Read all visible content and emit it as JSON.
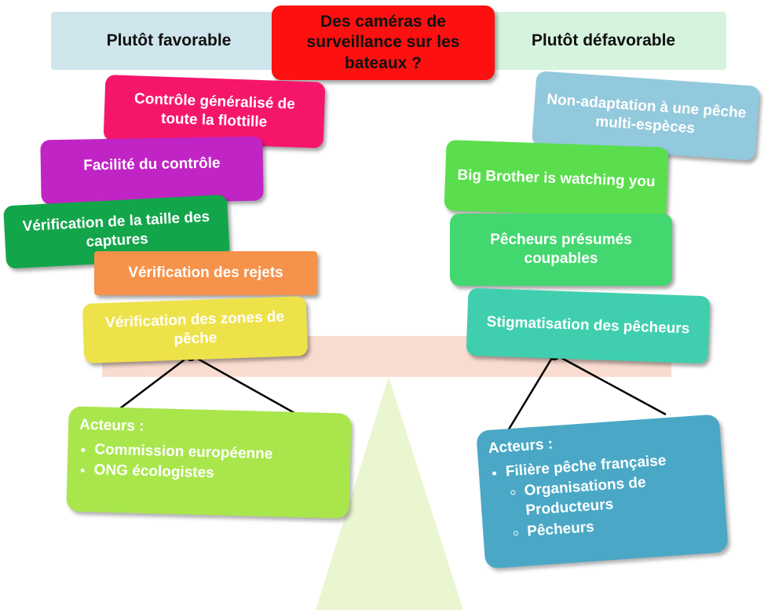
{
  "header": {
    "left_label": "Plutôt favorable",
    "title": "Des caméras de surveillance sur les bateaux ?",
    "right_label": "Plutôt défavorable"
  },
  "favorable": [
    {
      "text": "Contrôle généralisé de toute la flottille",
      "color": "#f5166b"
    },
    {
      "text": "Facilité du contrôle",
      "color": "#c124c4"
    },
    {
      "text": "Vérification de la taille des captures",
      "color": "#13a54a"
    },
    {
      "text": "Vérification des rejets",
      "color": "#f6924a"
    },
    {
      "text": "Vérification des zones de pêche",
      "color": "#eee24a"
    }
  ],
  "defavorable": [
    {
      "text": "Non-adaptation à une pêche multi-espèces",
      "color": "#93c9dc"
    },
    {
      "text": "Big Brother is watching you",
      "color": "#5ade4d"
    },
    {
      "text": "Pêcheurs présumés coupables",
      "color": "#43d86f"
    },
    {
      "text": "Stigmatisation des pêcheurs",
      "color": "#40cfae"
    }
  ],
  "actors_left": {
    "title": "Acteurs :",
    "items": [
      "Commission européenne",
      "ONG écologistes"
    ],
    "color": "#a9e64c"
  },
  "actors_right": {
    "title": "Acteurs :",
    "item": "Filière pêche française",
    "subitems": [
      "Organisations de Producteurs",
      "Pêcheurs"
    ],
    "color": "#4aa8c6"
  },
  "colors": {
    "title_bg": "#ff1010",
    "header_left_bg": "#cfe5ec",
    "header_right_bg": "#d6f3de",
    "beam": "#f9dcd0",
    "fulcrum": "#eaf6cf"
  }
}
